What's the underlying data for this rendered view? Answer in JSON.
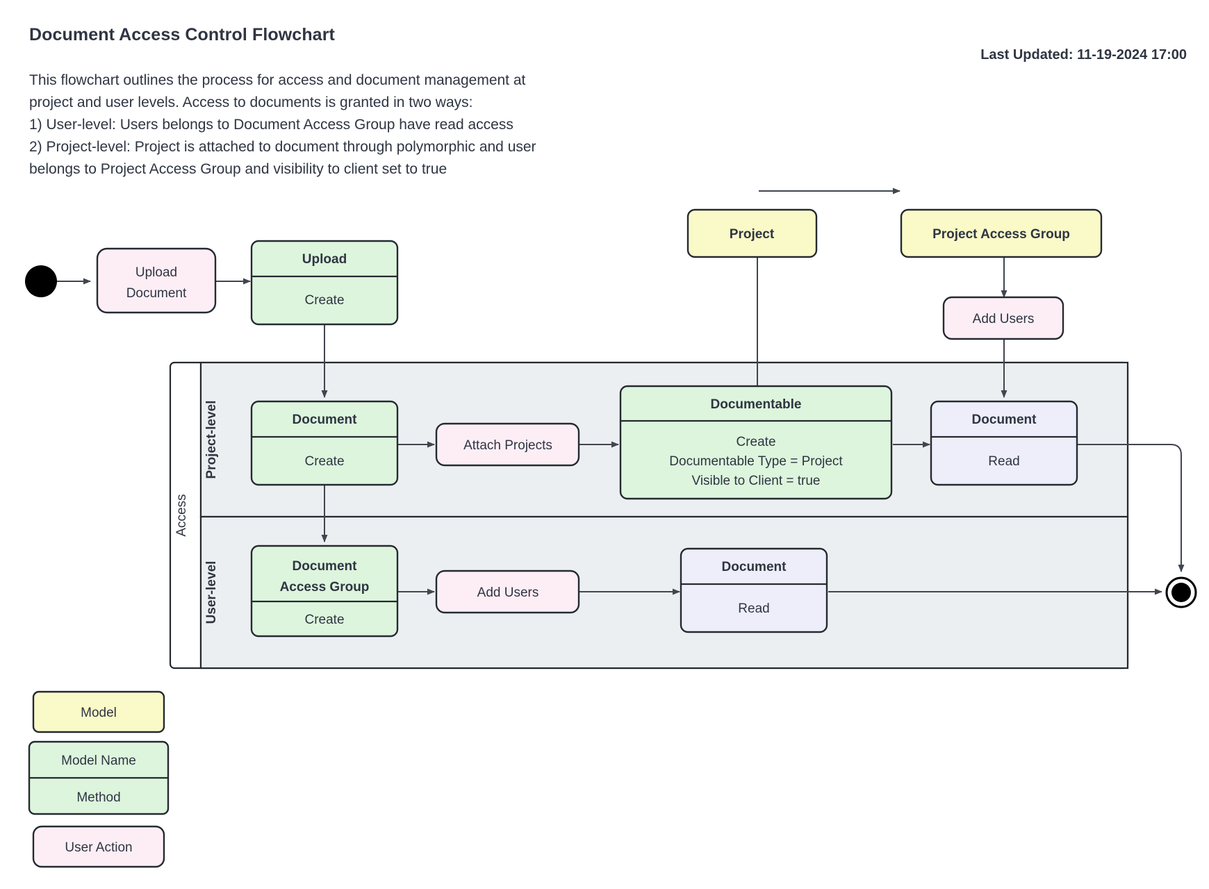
{
  "header": {
    "title": "Document Access Control Flowchart",
    "last_updated": "Last Updated: 11-19-2024 17:00",
    "description": "This flowchart outlines the process for access and document management at\nproject and user levels. Access to documents is granted in two ways:\n1) User-level: Users belongs to Document Access Group have read access\n2) Project-level: Project is attached to document through polymorphic and user\nbelongs to Project Access Group and visibility to client set to true"
  },
  "colors": {
    "model": "#faf9c8",
    "model_name": "#ddf5dd",
    "user_action": "#fdeef6",
    "read_node": "#eeeefb",
    "lane_fill": "#eceff1",
    "stroke": "#252a31",
    "edge": "#40454f",
    "text": "#2f3542"
  },
  "nodes": {
    "start": {
      "name": "start-node"
    },
    "end": {
      "name": "end-node"
    },
    "upload_document": {
      "label": "Upload\nDocument",
      "line1": "Upload",
      "line2": "Document",
      "type": "user-action"
    },
    "upload": {
      "title": "Upload",
      "method": "Create",
      "type": "model-method"
    },
    "project": {
      "label": "Project",
      "type": "model"
    },
    "project_access_group": {
      "label": "Project Access Group",
      "type": "model"
    },
    "add_users_top": {
      "label": "Add Users",
      "type": "user-action"
    },
    "document_create": {
      "title": "Document",
      "method": "Create",
      "type": "model-method"
    },
    "attach_projects": {
      "label": "Attach Projects",
      "type": "user-action"
    },
    "documentable": {
      "title": "Documentable",
      "method_lines": [
        "Create",
        "Documentable Type = Project",
        "Visible to Client = true"
      ],
      "type": "model-method"
    },
    "document_read_project": {
      "title": "Document",
      "method": "Read",
      "type": "read"
    },
    "document_access_group": {
      "title": "Document\nAccess Group",
      "title_line1": "Document",
      "title_line2": "Access Group",
      "method": "Create",
      "type": "model-method"
    },
    "add_users_user": {
      "label": "Add Users",
      "type": "user-action"
    },
    "document_read_user": {
      "title": "Document",
      "method": "Read",
      "type": "read"
    }
  },
  "swimlane": {
    "group_label": "Access",
    "lanes": [
      {
        "label": "Project-level"
      },
      {
        "label": "User-level"
      }
    ]
  },
  "legend": [
    {
      "label": "Model",
      "type": "model"
    },
    {
      "label_top": "Model Name",
      "label_bottom": "Method",
      "type": "model-method"
    },
    {
      "label": "User Action",
      "type": "user-action"
    }
  ]
}
